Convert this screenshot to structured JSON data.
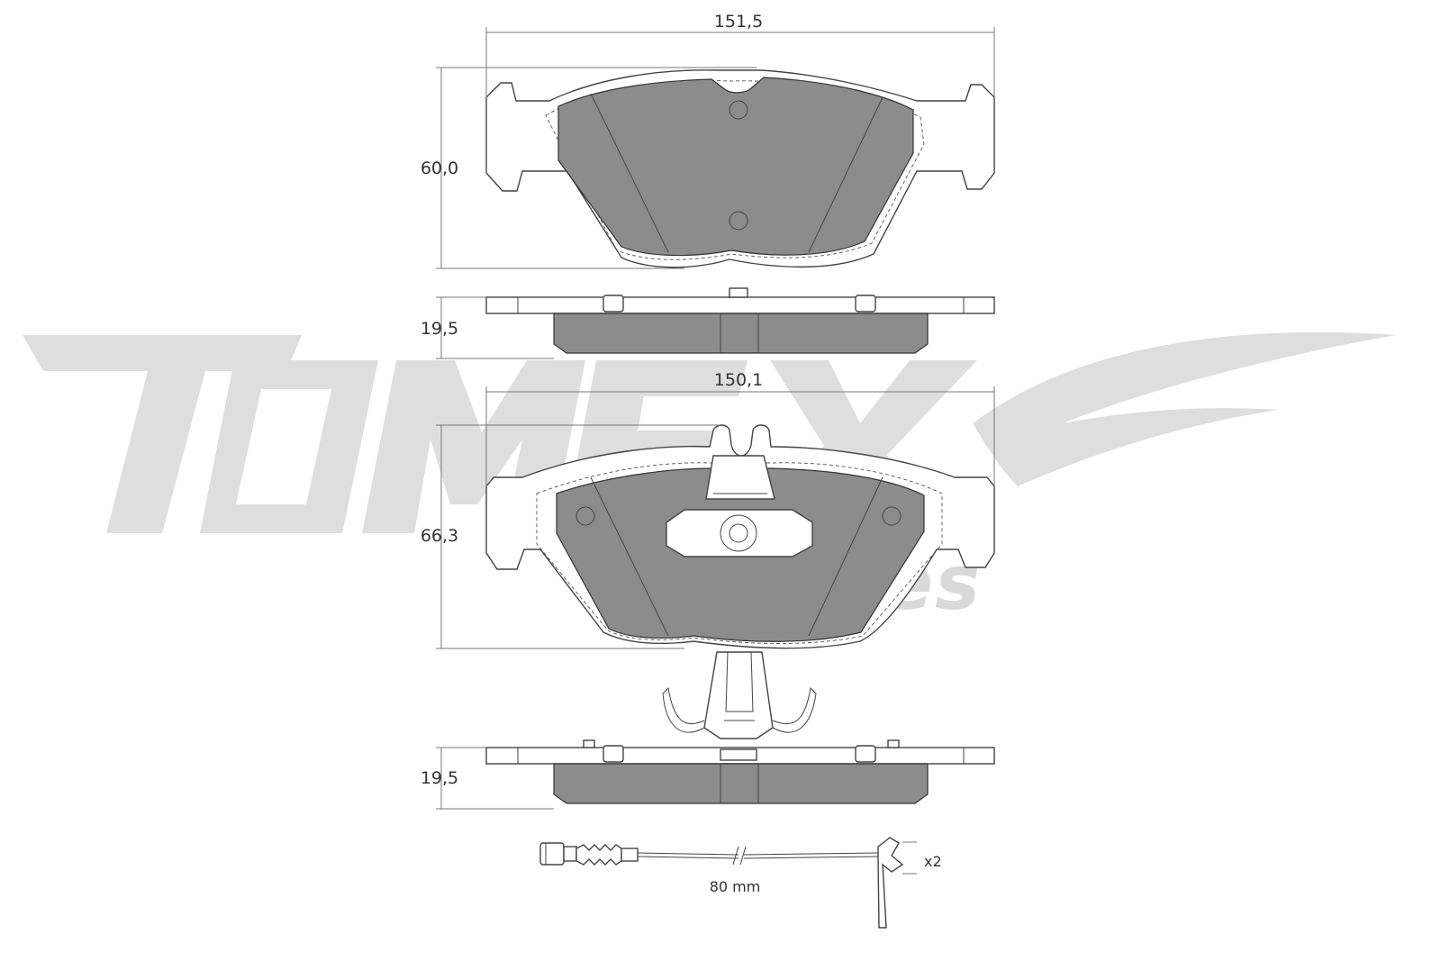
{
  "brand": {
    "logo_text": "TOMEX",
    "sub_text": "brakes"
  },
  "colors": {
    "friction_material": "#8c8c8c",
    "outline": "#444444",
    "watermark": "#dedede"
  },
  "pad_top": {
    "width_label": "151,5",
    "height_label": "60,0",
    "thickness_label": "19,5"
  },
  "pad_bottom": {
    "width_label": "150,1",
    "height_label": "66,3",
    "thickness_label": "19,5"
  },
  "wear_sensor": {
    "length_label": "80 mm",
    "quantity_label": "x2"
  }
}
